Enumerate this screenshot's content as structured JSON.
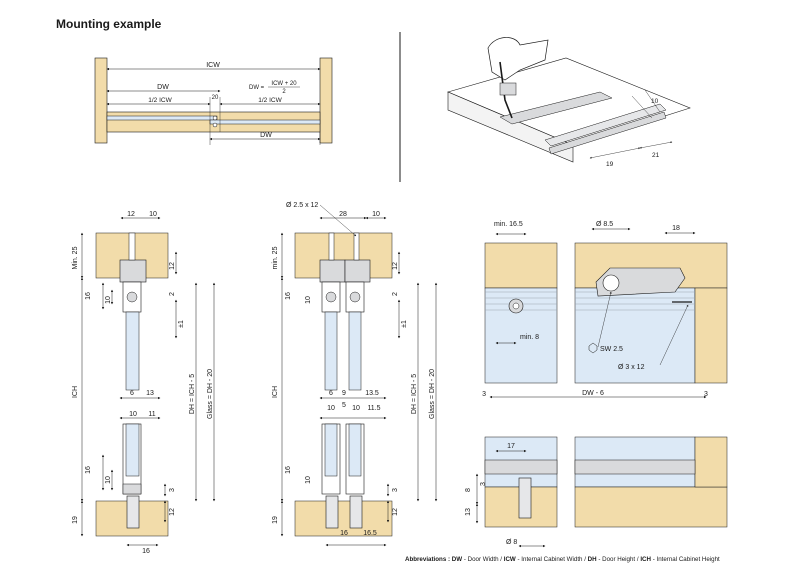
{
  "title": "Mounting example",
  "top_drawing": {
    "icw": "ICW",
    "dw": "DW",
    "formula_lhs": "DW =",
    "formula_num": "ICW + 20",
    "formula_den": "2",
    "half_left": "1/2 ICW",
    "half_right": "1/2 ICW",
    "gap": "20",
    "dw_bottom": "DW"
  },
  "perspective": {
    "d10": "10",
    "d19": "19",
    "d21": "21"
  },
  "single": {
    "d12": "12",
    "d10": "10",
    "min25": "Min. 25",
    "d12r": "12",
    "d16": "16",
    "d10b": "10",
    "d2": "2",
    "pm1": "±1",
    "d6": "6",
    "d13": "13",
    "ich": "ICH",
    "dh": "DH = ICH - 5",
    "glass": "Glass = DH - 20",
    "b10": "10",
    "b11": "11",
    "b16": "16",
    "b10v": "10",
    "b3": "3",
    "b19": "19",
    "b12": "12",
    "b16h": "16"
  },
  "double": {
    "screw": "Ø  2.5  x 12",
    "d28": "28",
    "d10": "10",
    "min25": "min. 25",
    "d12r": "12",
    "d16": "16",
    "d10b": "10",
    "d2": "2",
    "pm1": "±1",
    "d6": "6",
    "d9": "9",
    "d135": "13.5",
    "ich": "ICH",
    "dh": "DH = ICH - 5",
    "glass": "Glass = DH - 20",
    "b10": "10",
    "b5": "5",
    "b10b": "10",
    "b115": "11.5",
    "b16": "16",
    "b10v": "10",
    "b3": "3",
    "b19": "19",
    "b12": "12",
    "b16h": "16",
    "b165": "16.5"
  },
  "detail": {
    "min165": "min. 16.5",
    "d85": "Ø  8.5",
    "d18": "18",
    "min8": "min. 8",
    "sw": "SW 2.5",
    "screw": "Ø  3 x 12",
    "d3l": "3",
    "dw6": "DW - 6",
    "d3r": "3"
  },
  "bottom_detail": {
    "d17": "17",
    "d8": "8",
    "d3": "3",
    "d13": "13",
    "d8dia": "Ø  8"
  },
  "abbr": {
    "label": "Abbreviations :",
    "dw_k": "DW",
    "dw_v": "- Door Width /",
    "icw_k": "ICW",
    "icw_v": "- Internal Cabinet Width /",
    "dh_k": "DH",
    "dh_v": "- Door Height /",
    "ich_k": "ICH",
    "ich_v": "- Internal Cabinet Height"
  },
  "colors": {
    "wood": "#f2dcaa",
    "glass": "#dce9f6",
    "metal": "#d9dadc",
    "line": "#1a1a1a"
  }
}
